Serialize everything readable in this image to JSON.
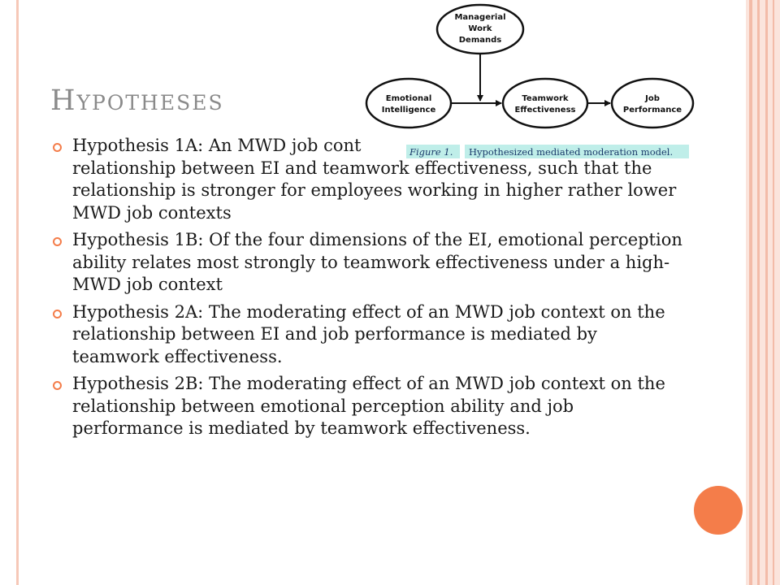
{
  "slide": {
    "title": "Hypotheses",
    "accent_color": "#f47d4a",
    "border_color": "#fbe4dc"
  },
  "bullets": [
    {
      "text": "Hypothesis 1A: An MWD job context moderates the positive relationship between EI and teamwork effectiveness, such that the relationship is stronger for employees working in higher rather lower MWD job contexts"
    },
    {
      "text": "Hypothesis 1B: Of the four dimensions of the EI, emotional perception ability relates most strongly to teamwork effectiveness under a high-MWD job context"
    },
    {
      "text": "Hypothesis 2A: The moderating effect of an MWD job context on the relationship between EI and job performance is mediated by teamwork effectiveness."
    },
    {
      "text": "Hypothesis 2B: The moderating effect of an MWD job context on the relationship between emotional perception ability and job performance is mediated by teamwork effectiveness."
    }
  ],
  "figure": {
    "nodes": {
      "managerial": [
        "Managerial",
        "Work",
        "Demands"
      ],
      "ei": [
        "Emotional",
        "Intelligence"
      ],
      "teamwork": [
        "Teamwork",
        "Effectiveness"
      ],
      "performance": [
        "Job",
        "Performance"
      ]
    },
    "caption_label": "Figure 1.",
    "caption_text": "Hypothesized mediated moderation model."
  }
}
